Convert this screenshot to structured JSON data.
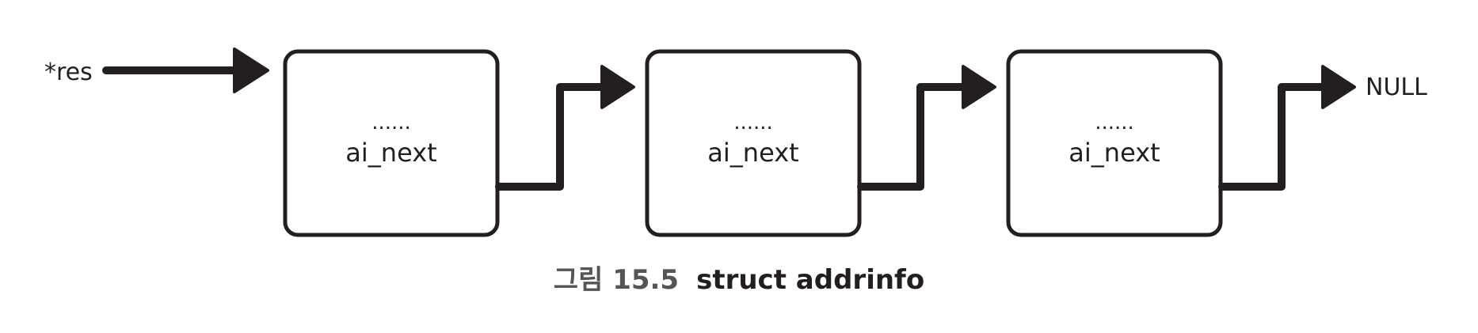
{
  "diagram": {
    "head_label": "*res",
    "tail_label": "NULL",
    "nodes": [
      {
        "dots": "......",
        "field": "ai_next"
      },
      {
        "dots": "......",
        "field": "ai_next"
      },
      {
        "dots": "......",
        "field": "ai_next"
      }
    ]
  },
  "caption": {
    "prefix": "그림 15.5",
    "text": "struct addrinfo"
  },
  "colors": {
    "ink": "#231f1e",
    "caption_prefix": "#555555"
  }
}
